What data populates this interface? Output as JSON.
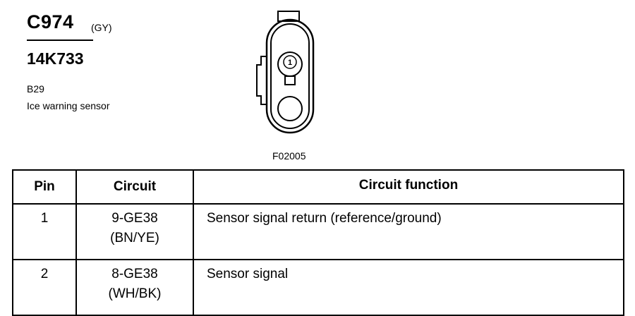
{
  "header": {
    "connector_code": "C974",
    "connector_color": "(GY)",
    "part_number": "14K733",
    "component_id": "B29",
    "component_name": "Ice warning sensor"
  },
  "figure": {
    "code": "F02005",
    "pin_label": "1"
  },
  "table": {
    "headers": {
      "pin": "Pin",
      "circuit": "Circuit",
      "function": "Circuit function"
    },
    "rows": [
      {
        "pin": "1",
        "circuit": "9-GE38",
        "colors": "(BN/YE)",
        "function": "Sensor signal return (reference/ground)"
      },
      {
        "pin": "2",
        "circuit": "8-GE38",
        "colors": "(WH/BK)",
        "function": "Sensor signal"
      }
    ]
  }
}
